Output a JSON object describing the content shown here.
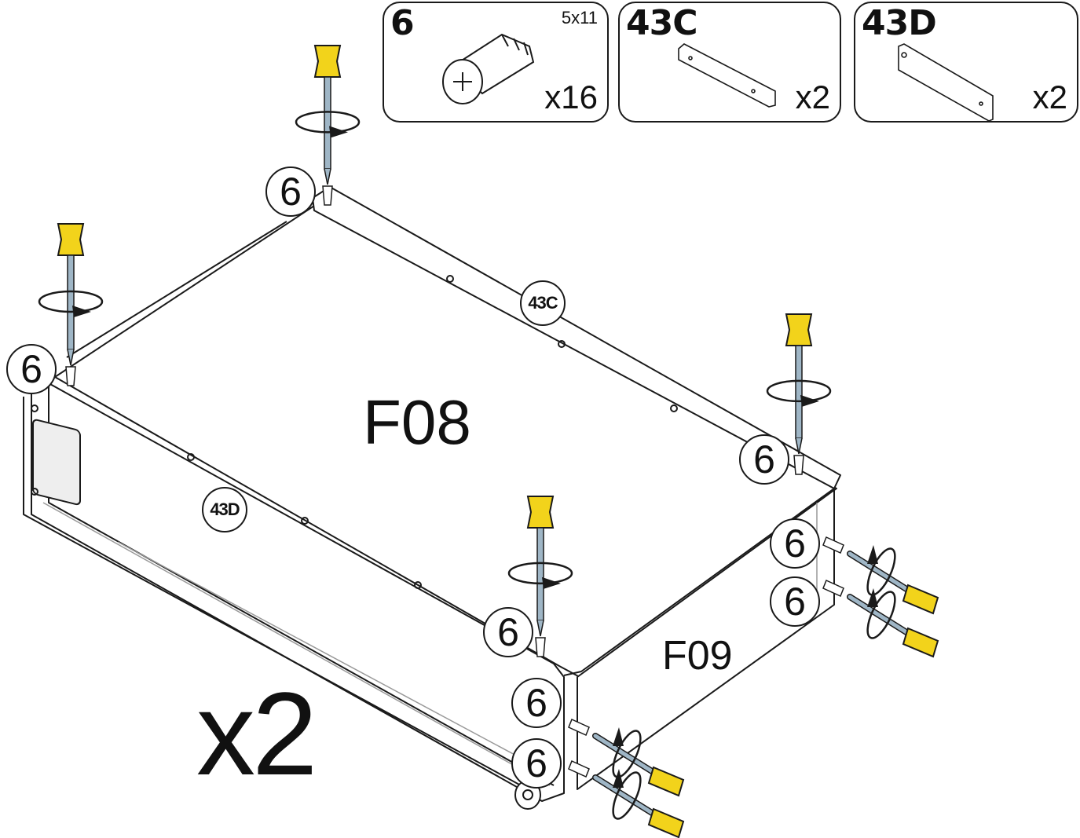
{
  "parts": [
    {
      "id": "6",
      "size": "5x11",
      "qty": "x16"
    },
    {
      "id": "43C",
      "qty": "x2"
    },
    {
      "id": "43D",
      "qty": "x2"
    }
  ],
  "callouts": {
    "screw": "6",
    "rail_c": "43C",
    "rail_d": "43D"
  },
  "panels": {
    "top": "F08",
    "end": "F09"
  },
  "multiplier": "x2",
  "colors": {
    "line": "#1a1a1a",
    "handle": "#f2d31b",
    "shaft": "#9fb6c6",
    "panel_shade": "#eeeeee"
  }
}
